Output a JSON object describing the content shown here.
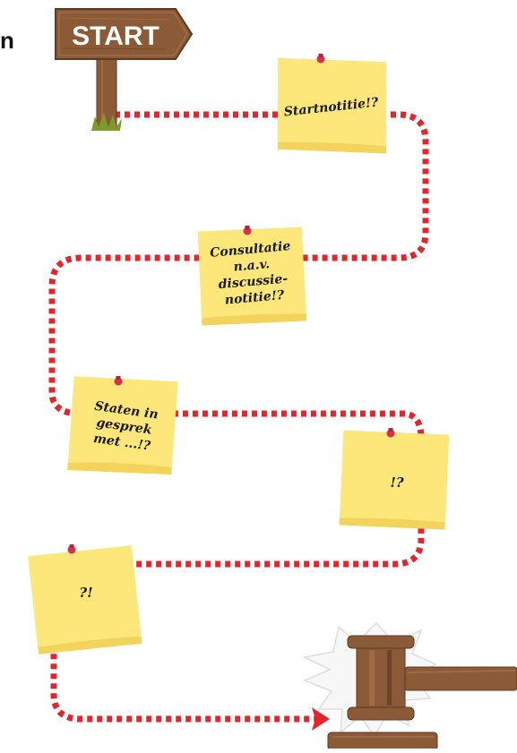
{
  "start_sign": {
    "label": "START"
  },
  "left_edge_text": "n",
  "notes": [
    {
      "id": "startnotitie",
      "lines": [
        "Startnotitie!?"
      ]
    },
    {
      "id": "consultatie",
      "lines": [
        "Consultatie",
        "n.a.v.",
        "discussie-",
        "notitie!?"
      ]
    },
    {
      "id": "staten",
      "lines": [
        "Staten in",
        "gesprek",
        "met ...!?"
      ]
    },
    {
      "id": "question1",
      "lines": [
        "!?"
      ]
    },
    {
      "id": "question2",
      "lines": [
        "?!"
      ]
    }
  ],
  "colors": {
    "path": "#e3262c",
    "note": "#fde77a",
    "note_shade": "#f2d45c",
    "pin": "#d9304a",
    "wood": "#8b5a36",
    "wood_dark": "#6e4428",
    "grass": "#7d9a2c"
  },
  "icons": {
    "start": "signpost-icon",
    "end": "gavel-icon",
    "pins": "pushpin-icon",
    "arrow": "arrow-right-icon"
  }
}
